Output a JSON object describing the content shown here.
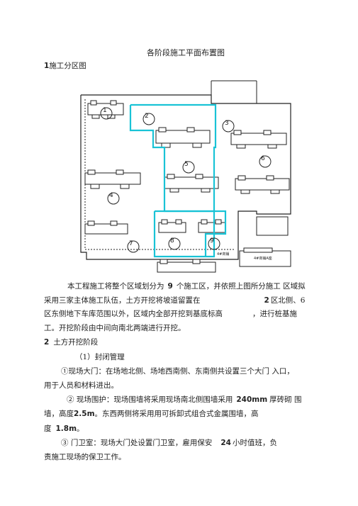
{
  "doc_title": "各阶段施工平面布置图",
  "section1": {
    "number": "1",
    "heading": "施工分区图"
  },
  "site_plan": {
    "zone_numbers": [
      "1",
      "2",
      "3",
      "4",
      "5",
      "6",
      "7",
      "8",
      "9"
    ],
    "zone_outline_color": "#19c3d6",
    "labels": {
      "building_small": "4#商铺",
      "building_right": "4#商铺A座"
    }
  },
  "para1": {
    "line1_a": "本工程施工将整个区域划分为",
    "line1_b": "9",
    "line1_c": "个施工区，并依照上图所分施工 区域拟",
    "line2_a": "采用三家主体施工队伍，土方开挖将坡道留置在",
    "line2_b": "2",
    "line2_c": "区北侧、6",
    "line3_a": "区东侧地下车库范围以外，区域内全部开挖到基底标高",
    "line3_b": "，进行桩基施",
    "line4": "工。开挖阶段由中间向南北两端进行开挖。"
  },
  "section2": {
    "number": "2",
    "heading": "土方开挖阶段"
  },
  "sub1": "（1）封闭管理",
  "item1": {
    "line1": "①现场大门：在场地北侧、场地西南侧、东南侧共设置三个大门 入口，",
    "line2": "用于人员和材料进出。"
  },
  "item2": {
    "line1_a": "②  现场围护：现场围墙将采用现场南北侧围墙采用",
    "line1_b": "240mm",
    "line1_c": "厚砖砌 围",
    "line2_a": "墙，高度",
    "line2_b": "2.5m",
    "line2_c": "。东西两侧将采用用可拆卸式组合式金属围墙，高",
    "line3_a": "度",
    "line3_b": "1.8m",
    "line3_c": "。"
  },
  "item3": {
    "line1_a": "③ 门卫室：现场大门处设置门卫室，雇用保安",
    "line1_b": "24",
    "line1_c": "小时值班，负",
    "line2": "责施工现场的保卫工作。"
  }
}
